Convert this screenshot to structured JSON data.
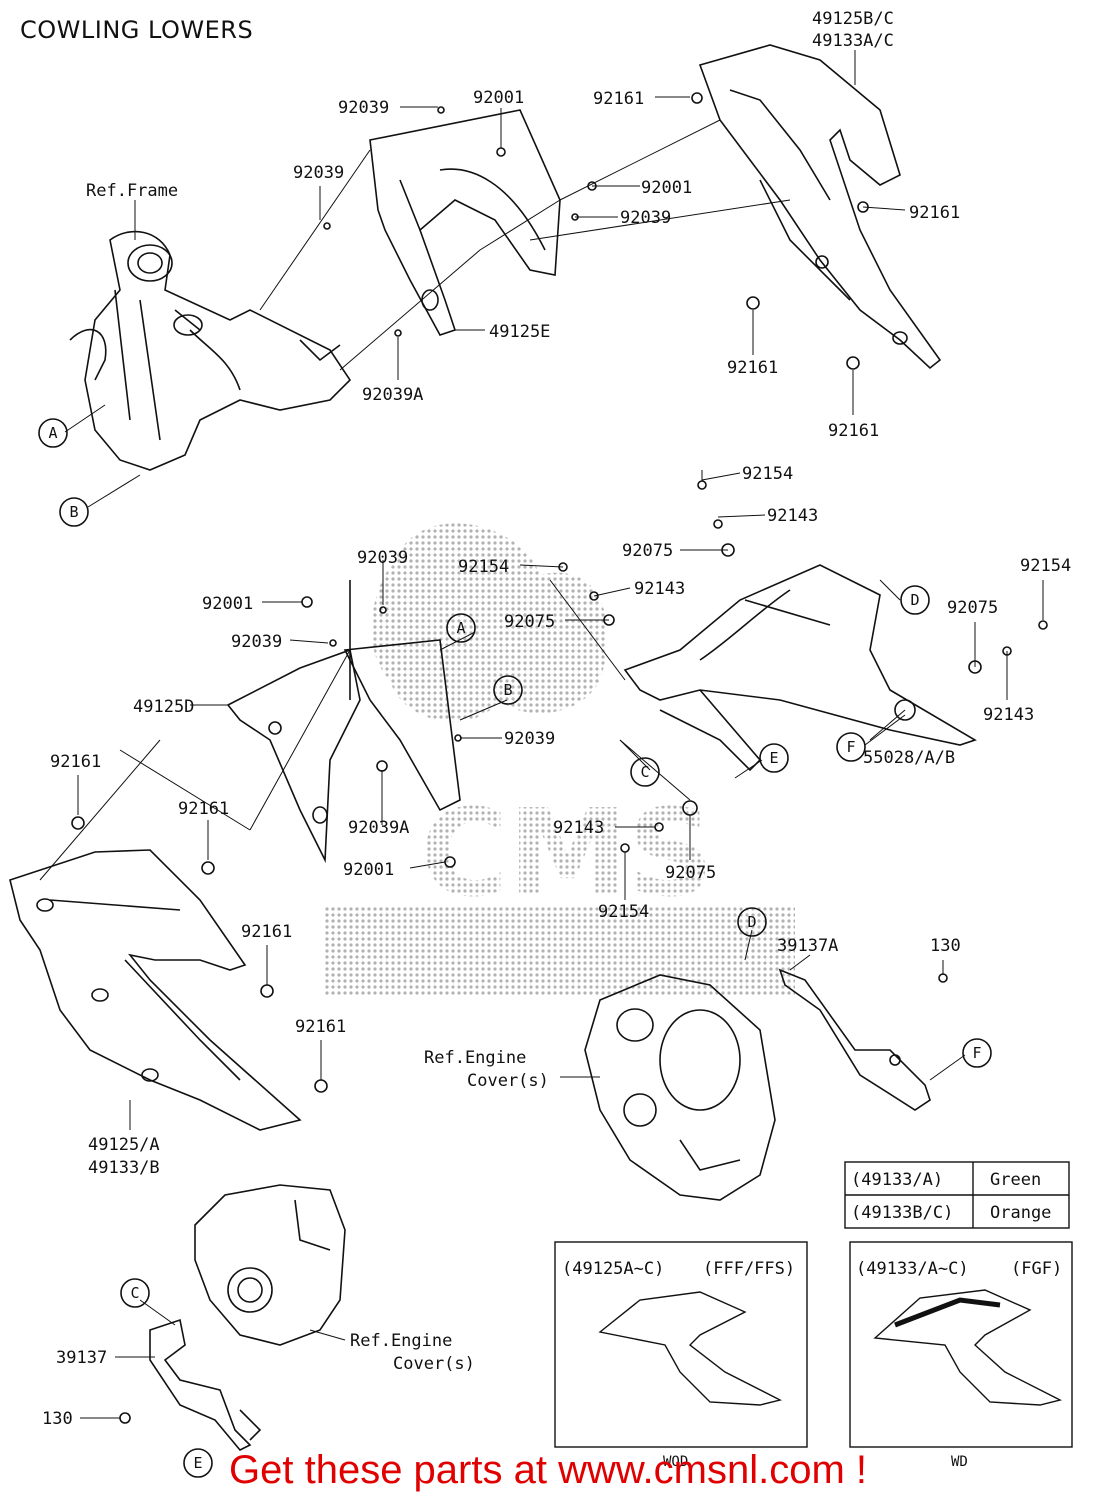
{
  "title": "COWLING LOWERS",
  "banner": "Get these parts at www.cmsnl.com !",
  "watermark": {
    "text": "CMS"
  },
  "ref_labels": {
    "frame": "Ref.Frame",
    "engine_cover_right_line1": "Ref.Engine",
    "engine_cover_right_line2": "Cover(s)",
    "engine_cover_left_line1": "Ref.Engine",
    "engine_cover_left_line2": "Cover(s)"
  },
  "part_numbers": {
    "p92039_top": "92039",
    "p92001_top": "92001",
    "p92161_top": "92161",
    "p49125bc": "49125B/C",
    "p49133ac": "49133A/C",
    "p92039_mid": "92039",
    "p92001_mid": "92001",
    "p92039_mid2": "92039",
    "p92161_r1": "92161",
    "p49125e": "49125E",
    "p92039a_top": "92039A",
    "p92161_r2": "92161",
    "p92161_r3": "92161",
    "p92154_a": "92154",
    "p92143_a": "92143",
    "p92075_a": "92075",
    "p92154_b": "92154",
    "p92143_b": "92143",
    "p92075_b": "92075",
    "p92154_c": "92154",
    "p92075_c": "92075",
    "p92143_c": "92143",
    "p92039_c1": "92039",
    "p92001_c": "92001",
    "p92039_c2": "92039",
    "p49125d": "49125D",
    "p92039_c3": "92039",
    "p92039a_c": "92039A",
    "p92001_c2": "92001",
    "p92161_l1": "92161",
    "p92161_l2": "92161",
    "p92143_d": "92143",
    "p92075_d": "92075",
    "p92154_d": "92154",
    "p55028": "55028/A/B",
    "p92161_l3": "92161",
    "p92161_l4": "92161",
    "p39137a": "39137A",
    "p130_r": "130",
    "p49125a": "49125/A",
    "p49133b": "49133/B",
    "p39137": "39137",
    "p130_l": "130"
  },
  "callouts": {
    "A1": "A",
    "B1": "B",
    "A2": "A",
    "B2": "B",
    "C1": "C",
    "D1": "D",
    "E1": "E",
    "F1": "F",
    "D2": "D",
    "F2": "F",
    "C2": "C",
    "E2": "E"
  },
  "color_table": {
    "rows": [
      {
        "code": "(49133/A)",
        "color": "Green"
      },
      {
        "code": "(49133B/C)",
        "color": "Orange"
      }
    ]
  },
  "variants": [
    {
      "code": "(49125A~C)",
      "model": "(FFF/FFS)",
      "tag": "WOD"
    },
    {
      "code": "(49133/A~C)",
      "model": "(FGF)",
      "tag": "WD"
    }
  ],
  "colors": {
    "ink": "#111111",
    "banner": "#e00000",
    "watermark": "#000000"
  }
}
